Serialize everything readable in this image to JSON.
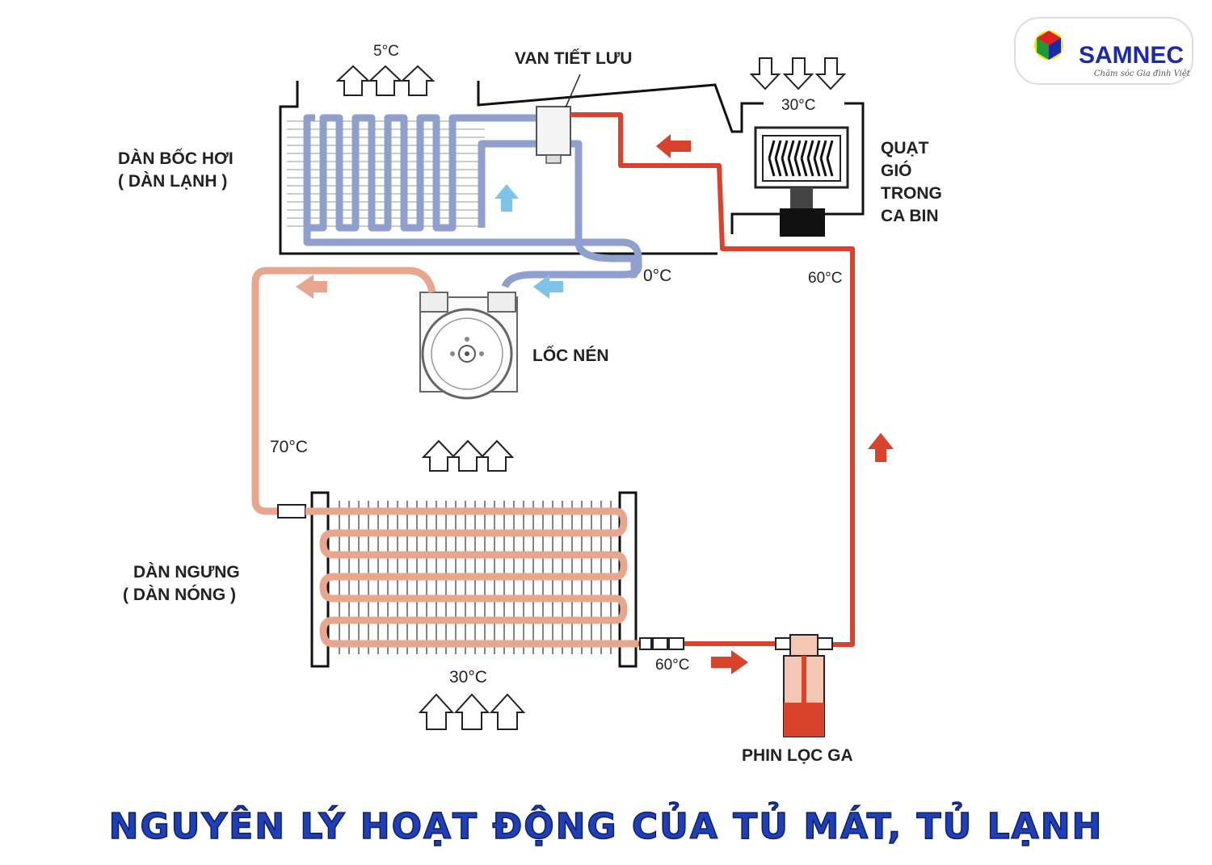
{
  "logo": {
    "name": "SAMNEC",
    "tagline": "Chăm sóc Gia đình Việt"
  },
  "labels": {
    "evaporator": [
      "DÀN BỐC HƠI",
      "( DÀN LẠNH )"
    ],
    "expansion_valve": "VAN TIẾT LƯU",
    "fan": [
      "QUẠT",
      "GIÓ",
      "TRONG",
      "CA BIN"
    ],
    "compressor": "LỐC NÉN",
    "condenser": [
      "DÀN NGƯNG",
      "( DÀN NÓNG )"
    ],
    "filter": "PHIN LỌC GA"
  },
  "temps": {
    "evap_top": "5°C",
    "fan_top": "30°C",
    "suction": "0°C",
    "right_pipe": "60°C",
    "discharge": "70°C",
    "condenser_bottom": "30°C",
    "condenser_out": "60°C"
  },
  "title": "NGUYÊN LÝ HOẠT ĐỘNG CỦA TỦ MÁT, TỦ LẠNH",
  "colors": {
    "hot_line": "#d9432c",
    "warm_line": "#e8a68f",
    "cold_line": "#8fa0cf",
    "arrow_blue": "#7ec3ea",
    "title": "#1f3fb8"
  }
}
